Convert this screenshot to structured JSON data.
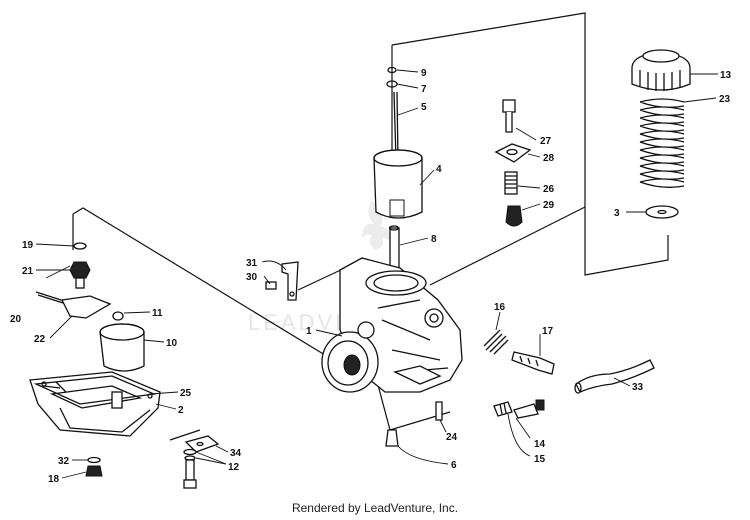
{
  "watermark": "LEADVENTURE",
  "credit": "Rendered by LeadVenture, Inc.",
  "callouts": {
    "c9": "9",
    "c7": "7",
    "c5": "5",
    "c4": "4",
    "c8": "8",
    "c13": "13",
    "c23": "23",
    "c3": "3",
    "c27": "27",
    "c28": "28",
    "c26": "26",
    "c29": "29",
    "c31": "31",
    "c30": "30",
    "c1": "1",
    "c16": "16",
    "c17": "17",
    "c33": "33",
    "c19": "19",
    "c21": "21",
    "c20": "20",
    "c22": "22",
    "c11": "11",
    "c10": "10",
    "c25": "25",
    "c2": "2",
    "c34": "34",
    "c12": "12",
    "c32": "32",
    "c18": "18",
    "c24": "24",
    "c6": "6",
    "c14": "14",
    "c15": "15"
  }
}
